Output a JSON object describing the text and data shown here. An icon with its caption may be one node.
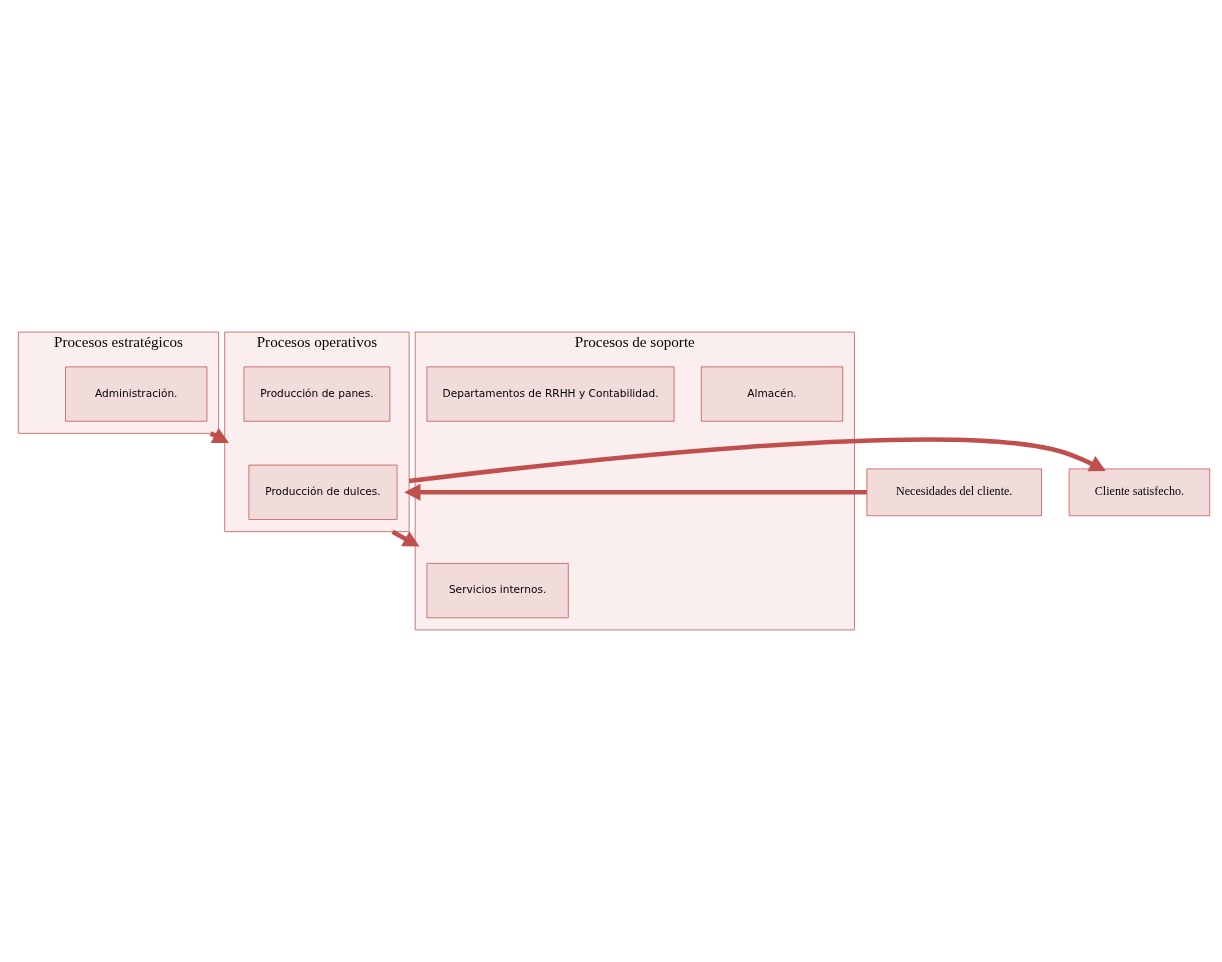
{
  "diagram": {
    "nodes": [
      {
        "text": [
          "Procesos estratégicos"
        ]
      },
      {
        "text": [
          "Administración."
        ],
        "in": 0
      },
      {
        "text": [
          "Necesidades del cliente."
        ]
      },
      {
        "text": [
          "Procesos operativos"
        ]
      },
      {
        "text": [
          "Producción de dulces."
        ],
        "in": 3
      },
      {
        "text": [
          "Producción de panes."
        ],
        "in": 3
      },
      {
        "text": [
          "Cliente satisfecho."
        ]
      },
      {
        "text": [
          "Procesos de soporte"
        ]
      },
      {
        "text": [
          "Servicios internos."
        ],
        "in": 7
      },
      {
        "text": [
          "Almacén."
        ],
        "in": 7
      },
      {
        "text": [
          "Departamentos de RRHH y Contabilidad."
        ],
        "in": 7
      }
    ],
    "edges": [
      {
        "from": 0,
        "to": 3,
        "arrow": "to"
      },
      {
        "from": 2,
        "to": 3,
        "arrow": "to"
      },
      {
        "from": 3,
        "to": 6,
        "arrow": "to"
      },
      {
        "from": 3,
        "to": 7,
        "arrow": "to"
      }
    ]
  }
}
